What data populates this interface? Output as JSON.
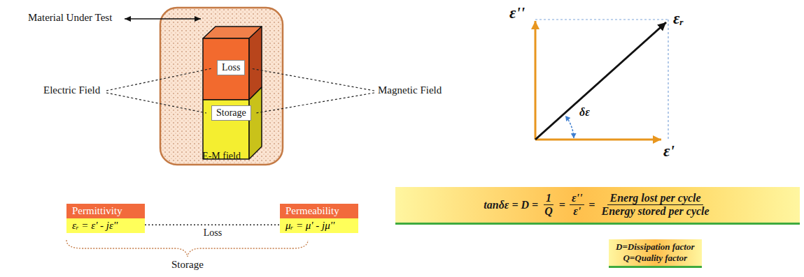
{
  "diagram": {
    "nodes": [
      {
        "text": [
          "E-M field"
        ]
      },
      {
        "text": [
          "Loss"
        ],
        "in": 0
      },
      {
        "text": [
          "Storage"
        ],
        "in": 0
      },
      {
        "text": [
          "Permittivity",
          "εᵣ = ε' - jε''"
        ]
      },
      {
        "text": [
          "Permeability",
          "μᵣ = μ' - jμ''"
        ]
      },
      {
        "text": [
          "tanδε = D =",
          "1",
          "Q",
          "=",
          "ε''",
          "ε'",
          "=",
          "Energ lost per cycle",
          "Energy stored per cycle"
        ]
      },
      {
        "text": [
          "D=Dissipation factor",
          "Q=Quality factor"
        ]
      }
    ],
    "edges": [
      {
        "from": 3,
        "to": 4,
        "arrow": "none",
        "label": "Loss"
      }
    ],
    "labels": [
      "Material Under Test",
      "Electric Field",
      "Magnetic Field",
      "Storage",
      "ε''",
      "εᵣ",
      "ε'",
      "δε"
    ]
  }
}
